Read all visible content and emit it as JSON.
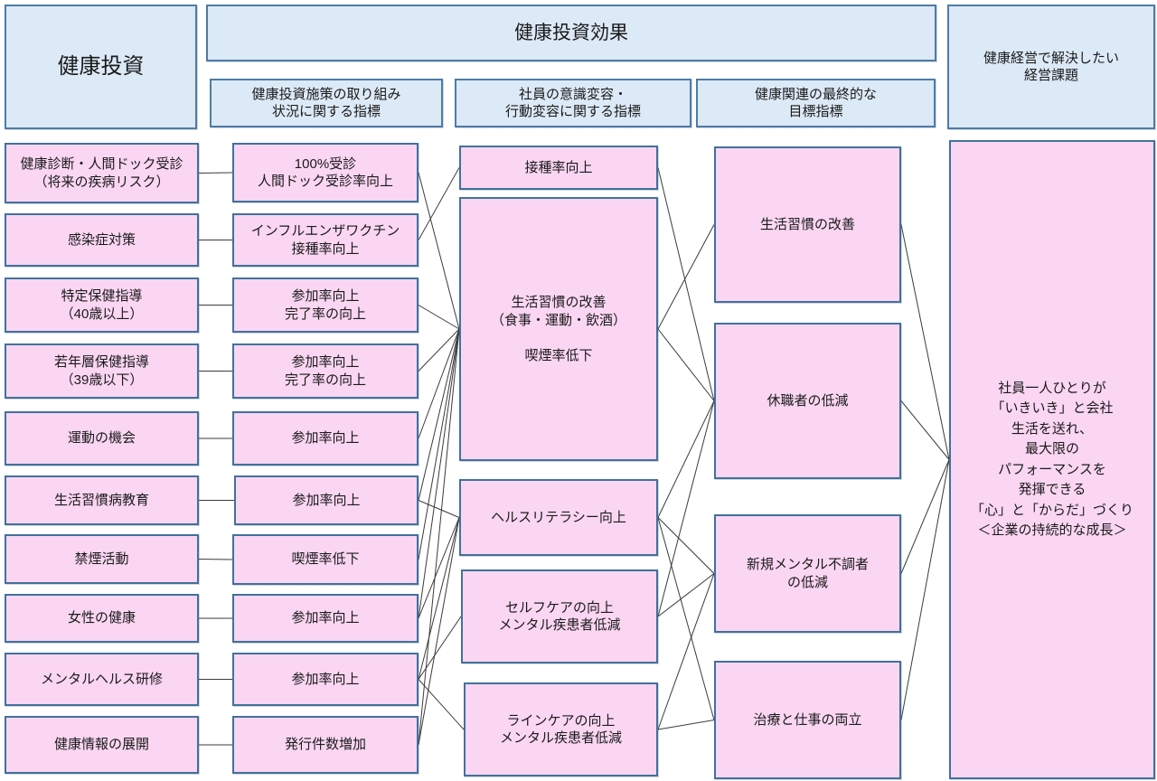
{
  "headers": {
    "investment": "健康投資",
    "effect": "健康投資効果",
    "sub1": "健康投資施策の取り組み\n状況に関する指標",
    "sub2": "社員の意識変容・\n行動変容に関する指標",
    "sub3": "健康関連の最終的な\n目標指標",
    "issues": "健康経営で解決したい\n経営課題"
  },
  "col1": {
    "items": [
      "健康診断・人間ドック受診\n（将来の疾病リスク）",
      "感染症対策",
      "特定保健指導\n（40歳以上）",
      "若年層保健指導\n（39歳以下）",
      "運動の機会",
      "生活習慣病教育",
      "禁煙活動",
      "女性の健康",
      "メンタルヘルス研修",
      "健康情報の展開"
    ]
  },
  "col2": {
    "items": [
      "100%受診\n人間ドック受診率向上",
      "インフルエンザワクチン\n接種率向上",
      "参加率向上\n完了率の向上",
      "参加率向上\n完了率の向上",
      "参加率向上",
      "参加率向上",
      "喫煙率低下",
      "参加率向上",
      "参加率向上",
      "発行件数増加"
    ]
  },
  "col3": {
    "items": [
      "接種率向上",
      "生活習慣の改善\n（食事・運動・飲酒）\n\n喫煙率低下",
      "ヘルスリテラシー向上",
      "セルフケアの向上\nメンタル疾患者低減",
      "ラインケアの向上\nメンタル疾患者低減"
    ]
  },
  "col4": {
    "items": [
      "生活習慣の改善",
      "休職者の低減",
      "新規メンタル不調者\nの低減",
      "治療と仕事の両立"
    ]
  },
  "col5": {
    "goal": "社員一人ひとりが\n「いきいき」と会社\n生活を送れ、\n最大限の\nパフォーマンスを\n発揮できる\n「心」と「からだ」づくり\n＜企業の持続的な成長＞"
  },
  "colors": {
    "box_fill": "#fad6f2",
    "box_border": "#41719c",
    "header_fill": "#dce9f7",
    "header_border": "#4c7ca8",
    "wire": "#3b3b3b"
  },
  "connections": [
    [
      "c1b1",
      "c2b1"
    ],
    [
      "c1b2",
      "c2b2"
    ],
    [
      "c1b3",
      "c2b3"
    ],
    [
      "c1b4",
      "c2b4"
    ],
    [
      "c1b5",
      "c2b5"
    ],
    [
      "c1b6",
      "c2b6"
    ],
    [
      "c1b7",
      "c2b7"
    ],
    [
      "c1b8",
      "c2b8"
    ],
    [
      "c1b9",
      "c2b9"
    ],
    [
      "c1b10",
      "c2b10"
    ],
    [
      "c2b1",
      "c3b2"
    ],
    [
      "c2b2",
      "c3b1"
    ],
    [
      "c2b3",
      "c3b2"
    ],
    [
      "c2b4",
      "c3b2"
    ],
    [
      "c2b5",
      "c3b2"
    ],
    [
      "c2b6",
      "c3b3"
    ],
    [
      "c2b6",
      "c3b2"
    ],
    [
      "c2b7",
      "c3b2"
    ],
    [
      "c2b8",
      "c3b2"
    ],
    [
      "c2b8",
      "c3b3"
    ],
    [
      "c2b9",
      "c3b3"
    ],
    [
      "c2b9",
      "c3b4"
    ],
    [
      "c2b9",
      "c3b5"
    ],
    [
      "c2b10",
      "c3b3"
    ],
    [
      "c2b10",
      "c3b2"
    ],
    [
      "c3b1",
      "c4b2"
    ],
    [
      "c3b2",
      "c4b1"
    ],
    [
      "c3b2",
      "c4b2"
    ],
    [
      "c3b3",
      "c4b2"
    ],
    [
      "c3b3",
      "c4b3"
    ],
    [
      "c3b3",
      "c4b4"
    ],
    [
      "c3b4",
      "c4b2"
    ],
    [
      "c3b4",
      "c4b3"
    ],
    [
      "c3b5",
      "c4b3"
    ],
    [
      "c3b5",
      "c4b4"
    ],
    [
      "c4b1",
      "c5goal"
    ],
    [
      "c4b2",
      "c5goal"
    ],
    [
      "c4b3",
      "c5goal"
    ],
    [
      "c4b4",
      "c5goal"
    ]
  ]
}
